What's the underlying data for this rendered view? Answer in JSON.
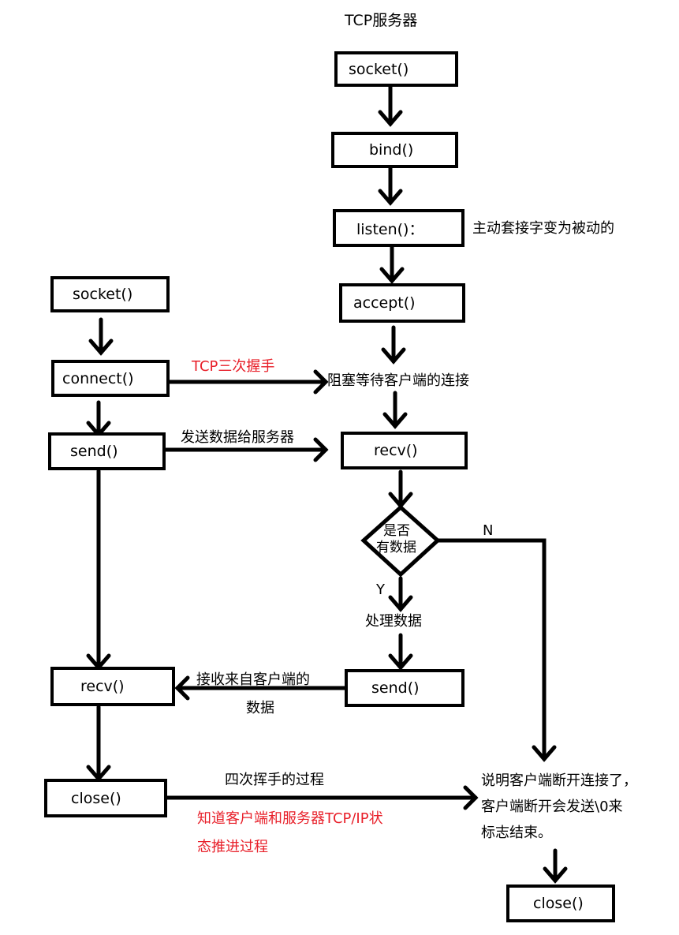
{
  "title": "TCP服务器",
  "server": {
    "socket": "socket()",
    "bind": "bind()",
    "listen": "listen()：",
    "listen_note": "主动套接字变为被动的",
    "accept": "accept()",
    "blocking_wait": "阻塞等待客户端的连接",
    "recv": "recv()",
    "decision": {
      "line1": "是否",
      "line2": "有数据",
      "yes": "Y",
      "no": "N"
    },
    "process": "处理数据",
    "send": "send()",
    "disconnect_note": [
      "说明客户端断开连接了，",
      "客户端断开会发送\\0来",
      "标志结束。"
    ],
    "close": "close()"
  },
  "client": {
    "socket": "socket()",
    "connect": "connect()",
    "send": "send()",
    "recv": "recv()",
    "close": "close()"
  },
  "edges": {
    "handshake": "TCP三次握手",
    "send_data": "发送数据给服务器",
    "receive_data": [
      "接收来自客户端的",
      "数据"
    ],
    "four_wave": "四次挥手的过程",
    "state_note": [
      "知道客户端和服务器TCP/IP状",
      "态推进过程"
    ]
  },
  "colors": {
    "accent_red": "#e8202a"
  }
}
